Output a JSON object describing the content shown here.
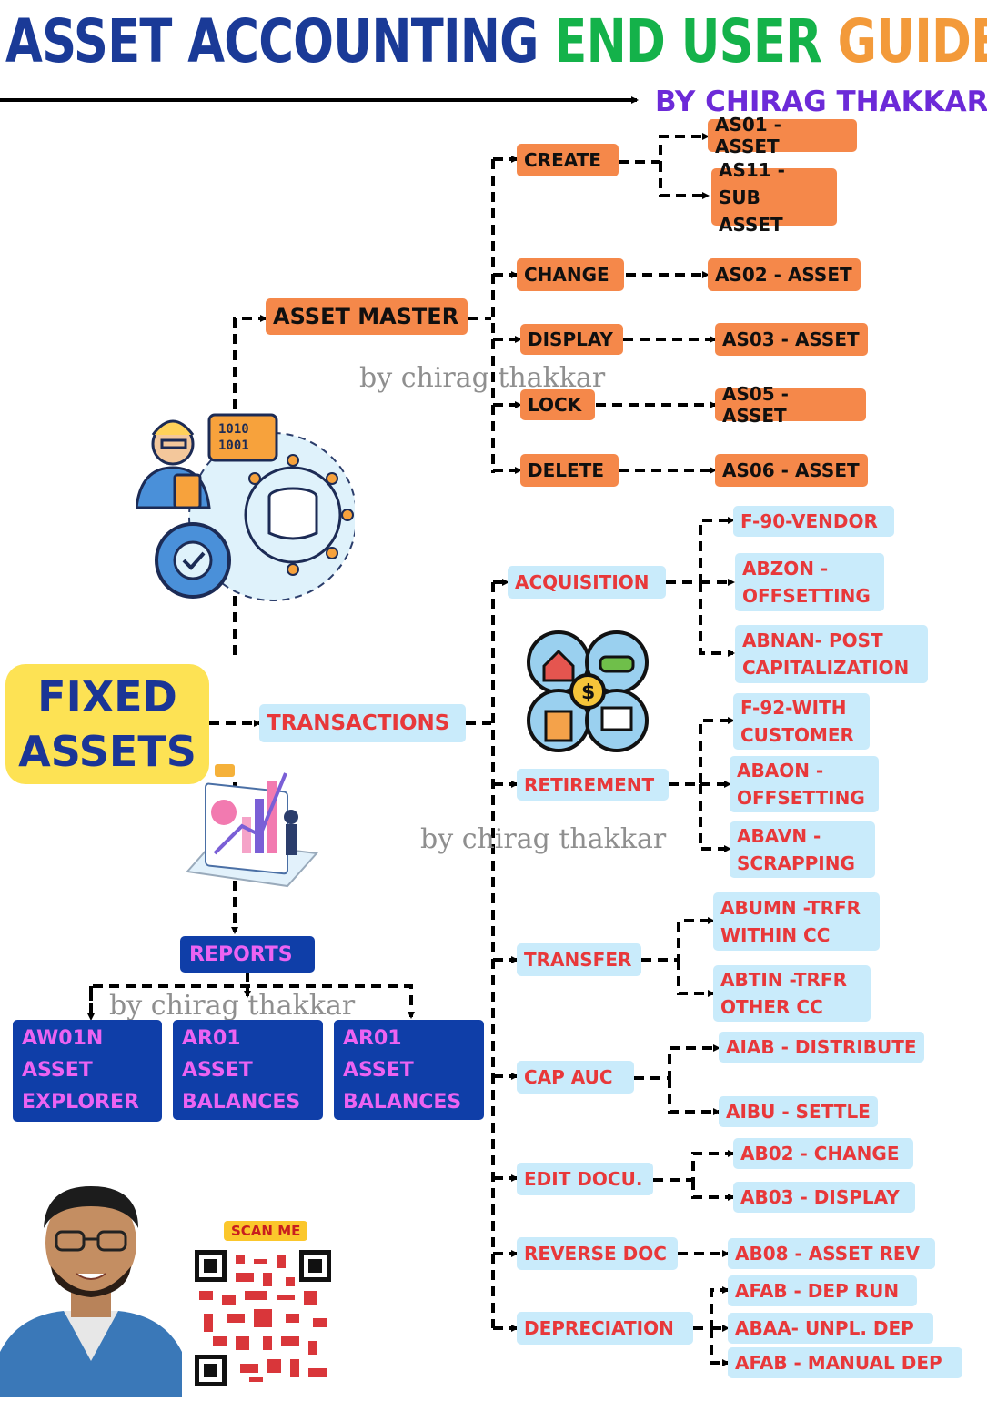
{
  "header": {
    "title_part1": "ASSET ACCOUNTING ",
    "title_part2": "END USER ",
    "title_part3": "GUIDE",
    "byline": "BY CHIRAG THAKKAR"
  },
  "root": {
    "label": "FIXED\nASSETS"
  },
  "branches": {
    "asset_master": "ASSET MASTER",
    "transactions": "TRANSACTIONS",
    "reports": "REPORTS"
  },
  "asset_master": {
    "create": "CREATE",
    "change": "CHANGE",
    "display": "DISPLAY",
    "lock": "LOCK",
    "delete": "DELETE",
    "as01": "AS01 - ASSET",
    "as11": "AS11 - SUB\n        ASSET",
    "as02": "AS02 - ASSET",
    "as03": "AS03 - ASSET",
    "as05": "AS05 - ASSET",
    "as06": "AS06 - ASSET"
  },
  "transactions": {
    "acquisition": "ACQUISITION",
    "retirement": "RETIREMENT",
    "transfer": "TRANSFER",
    "cap_auc": "CAP AUC",
    "edit_docu": "EDIT DOCU.",
    "reverse_doc": "REVERSE DOC",
    "depreciation": "DEPRECIATION",
    "f90": "F-90-VENDOR",
    "abzon": "ABZON -\nOFFSETTING",
    "abnan": "ABNAN- POST\nCAPITALIZATION",
    "f92": "F-92-WITH\nCUSTOMER",
    "abaon": "ABAON -\nOFFSETTING",
    "abavn": "ABAVN -\nSCRAPPING",
    "abumn": "ABUMN -TRFR\nWITHIN CC",
    "abtin": "ABTIN -TRFR\nOTHER CC",
    "aiab": "AIAB - DISTRIBUTE",
    "aibu": "AIBU - SETTLE",
    "ab02": "AB02 - CHANGE",
    "ab03": "AB03 - DISPLAY",
    "ab08": "AB08 - ASSET REV",
    "afab_run": "AFAB - DEP RUN",
    "abaa": "ABAA- UNPL. DEP",
    "afab_manual": "AFAB - MANUAL DEP"
  },
  "reports": {
    "aw01n": "AW01N\nASSET\nEXPLORER",
    "ar01_a": "AR01\nASSET\nBALANCES",
    "ar01_b": "AR01\nASSET\nBALANCES"
  },
  "watermark": "by chirag thakkar",
  "scan_label": "SCAN ME",
  "colors": {
    "title_blue": "#1a3a97",
    "title_green": "#14b24a",
    "title_orange": "#f39a3a",
    "byline": "#6c2ad8",
    "orange_box": "#f5884a",
    "blue_box": "#c9ebfb",
    "blue_box_text": "#e8383a",
    "report_box": "#0f3ea8",
    "report_text": "#ec63f2",
    "fixed_bg": "#fde254",
    "fixed_text": "#1b3596"
  },
  "icons": [
    "developer-database-icon",
    "assets-money-icon",
    "analytics-report-icon",
    "author-photo",
    "qr-code"
  ]
}
